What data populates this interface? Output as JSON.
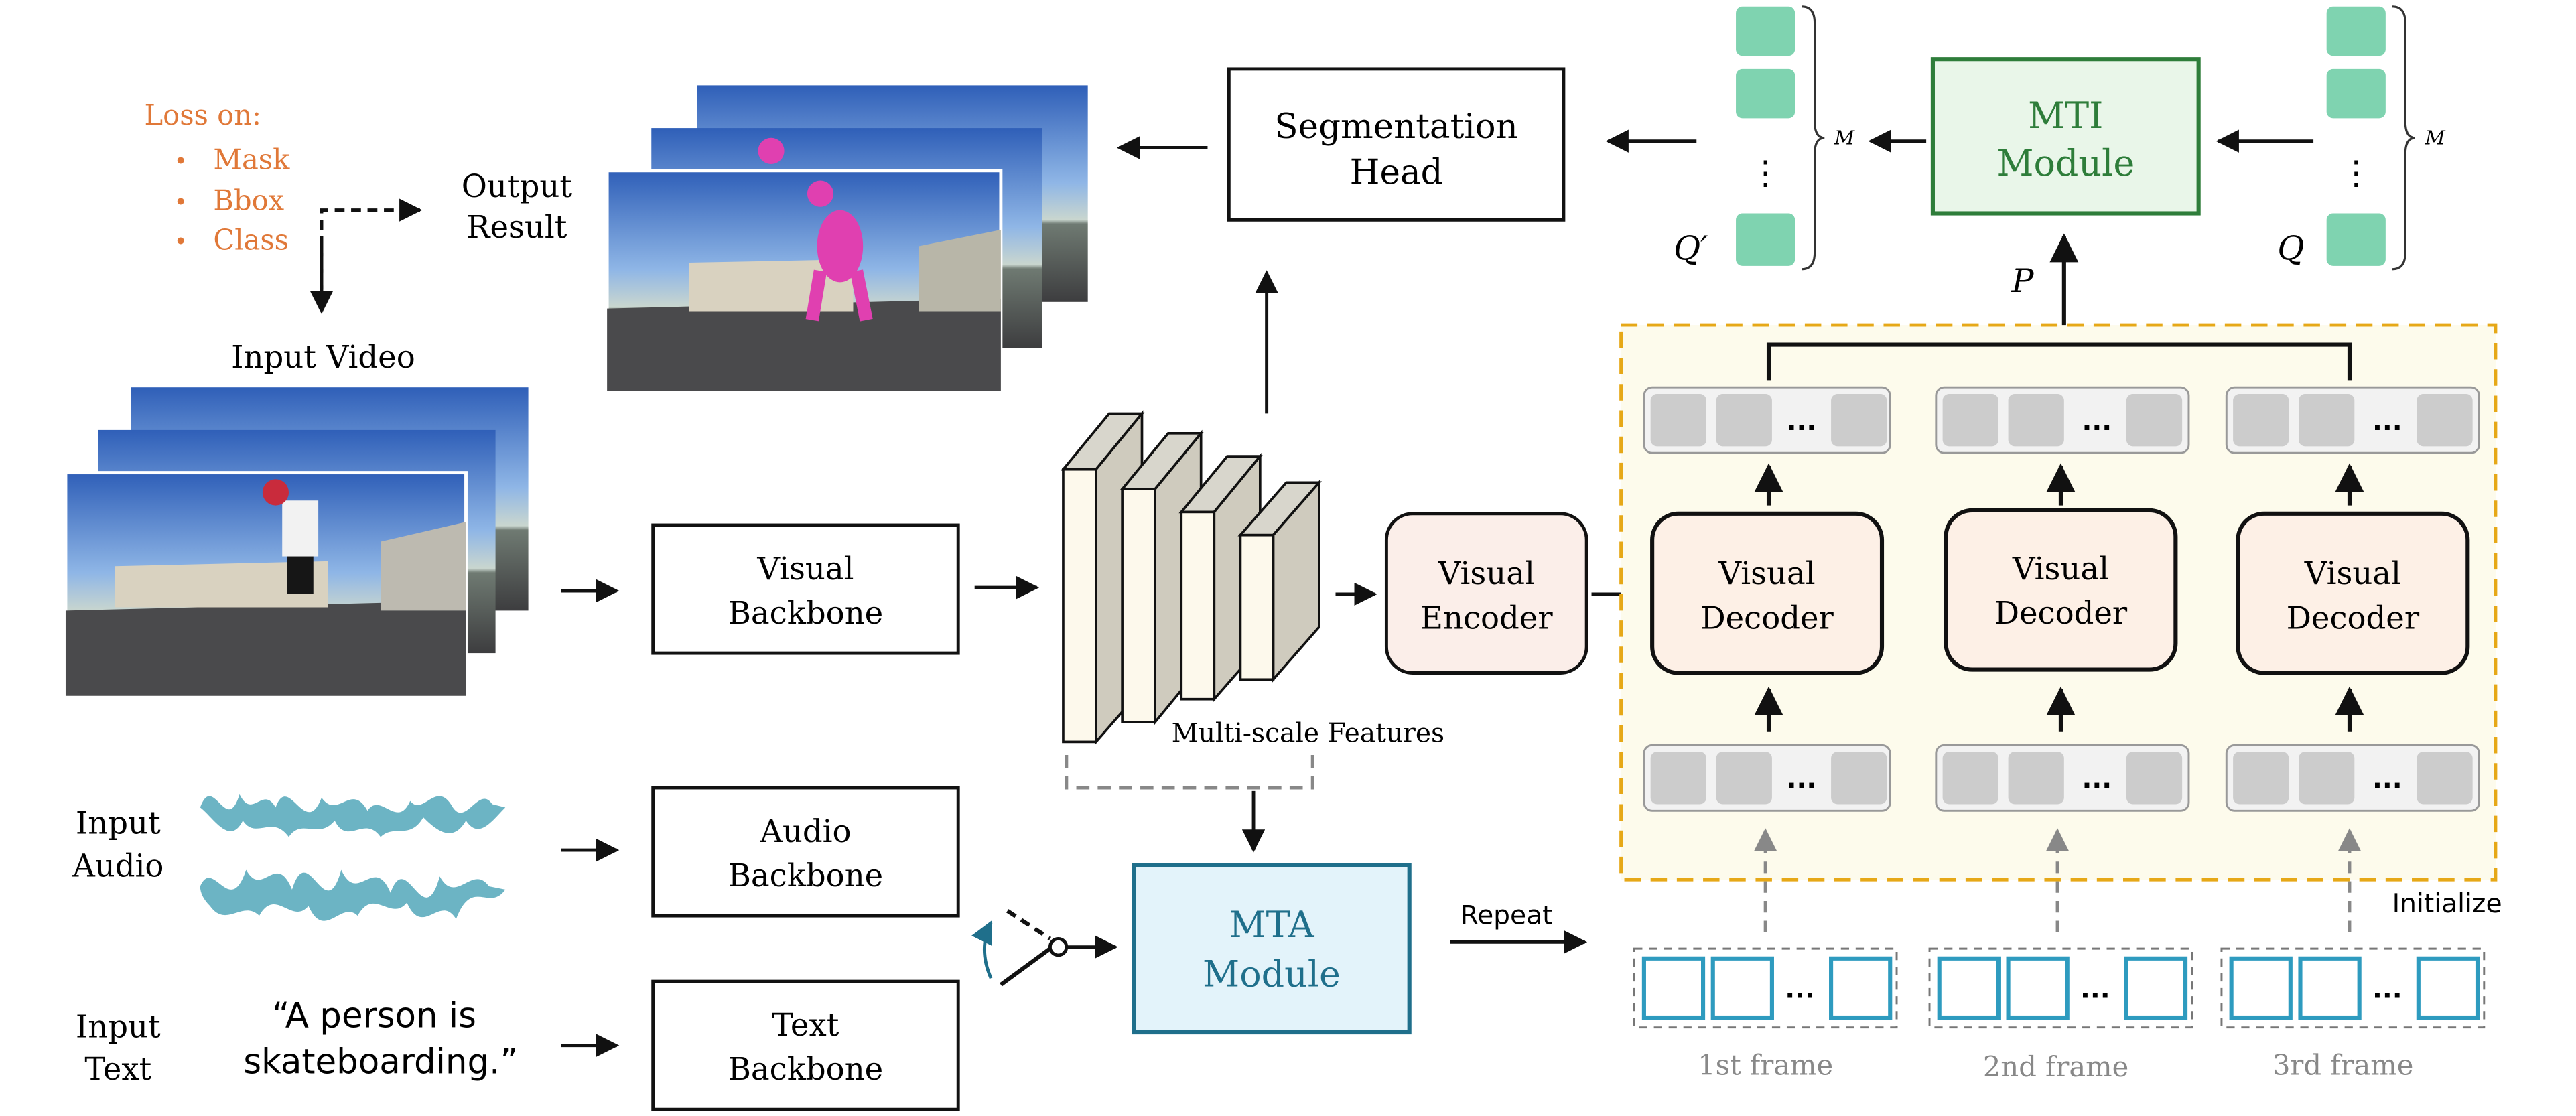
{
  "loss": {
    "title": "Loss on:",
    "items": [
      "Mask",
      "Bbox",
      "Class"
    ],
    "color": "#e07838"
  },
  "output_result": {
    "line1": "Output",
    "line2": "Result"
  },
  "input_video": {
    "label": "Input Video"
  },
  "input_audio": {
    "line1": "Input",
    "line2": "Audio"
  },
  "input_text": {
    "line1": "Input",
    "line2": "Text",
    "quote_line1": "“A person is",
    "quote_line2": "skateboarding.”"
  },
  "visual_backbone": {
    "line1": "Visual",
    "line2": "Backbone"
  },
  "audio_backbone": {
    "line1": "Audio",
    "line2": "Backbone"
  },
  "text_backbone": {
    "line1": "Text",
    "line2": "Backbone"
  },
  "multiscale": {
    "label": "Multi-scale Features"
  },
  "visual_encoder": {
    "line1": "Visual",
    "line2": "Encoder"
  },
  "segmentation_head": {
    "line1": "Segmentation",
    "line2": "Head"
  },
  "mti": {
    "line1": "MTI",
    "line2": "Module"
  },
  "mta": {
    "line1": "MTA",
    "line2": "Module"
  },
  "decoders": [
    {
      "line1": "Visual",
      "line2": "Decoder"
    },
    {
      "line1": "Visual",
      "line2": "Decoder"
    },
    {
      "line1": "Visual",
      "line2": "Decoder"
    }
  ],
  "token_ellipsis": "...",
  "query_ellipsis": "⋮",
  "labels": {
    "p": "P",
    "q": "Q",
    "q_prime": "Q′",
    "m": "M",
    "repeat": "Repeat",
    "initialize": "Initialize"
  },
  "frames": [
    "1st frame",
    "2nd frame",
    "3rd frame"
  ],
  "colors": {
    "mti_border": "#2e7d3a",
    "mti_fill": "#e9f6e9",
    "mti_text": "#2e7d3a",
    "mta_border": "#1f6f8b",
    "mta_fill": "#e3f3fa",
    "mta_text": "#1f6f8b",
    "query_fill": "#7fd3b0",
    "decoder_fill": "#fdf0e6",
    "encoder_fill": "#fbeee9",
    "dashed_region": "#e6a817",
    "region_fill": "#fdfbec",
    "token_fill": "#cccccc",
    "frame_border": "#2e9bbf",
    "waveform": "#6cb4c4",
    "switch": "#1f6f8b"
  }
}
